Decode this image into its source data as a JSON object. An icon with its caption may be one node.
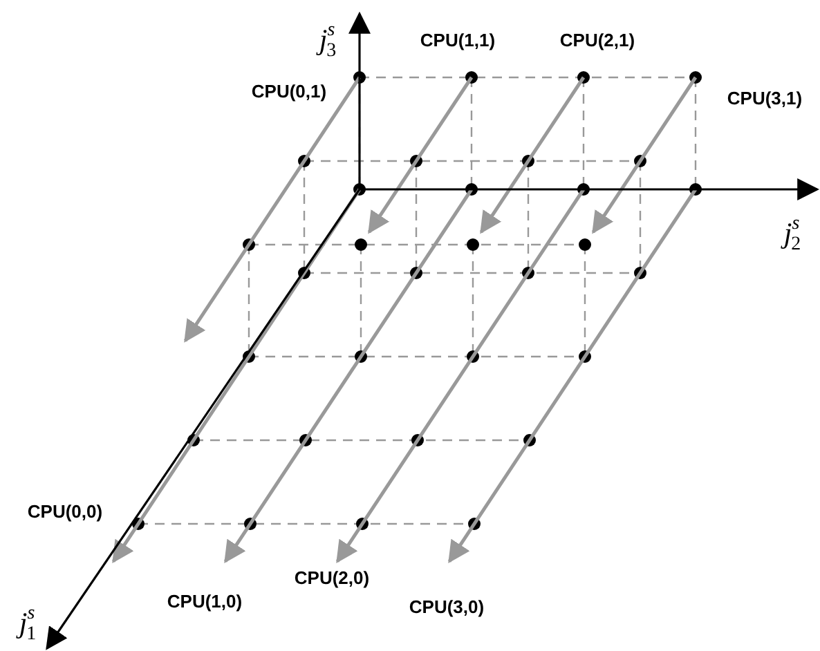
{
  "diagram": {
    "labels": [
      "j$^{s}$$_{3}$",
      "CPU(1,1)",
      "CPU(2,1)",
      "CPU(0,1)",
      "CPU(3,1)",
      "j$^{s}$$_{2}$",
      "CPU(0,0)",
      "CPU(2,0)",
      "CPU(1,0)",
      "CPU(3,0)",
      "j$^{s}$$_{1}$"
    ]
  }
}
